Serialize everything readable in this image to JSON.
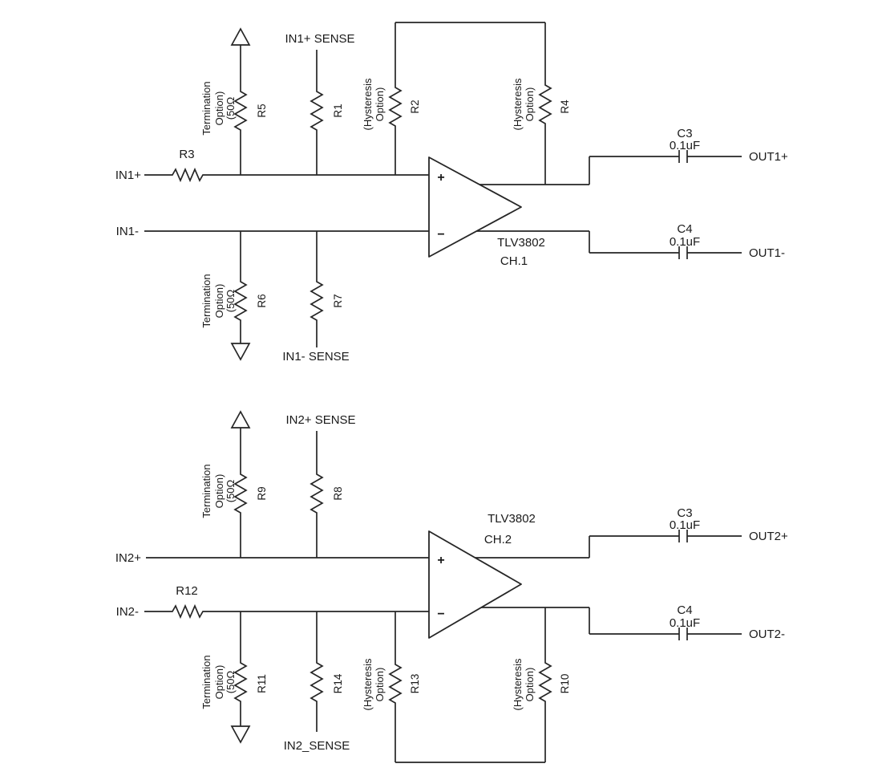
{
  "shared": {
    "termination_line1": "Termination",
    "termination_line2": "Option)",
    "fifty_ohm": "(50Ω",
    "hysteresis_line1": "(Hysteresis",
    "hysteresis_line2": "Option)",
    "cap_value": "0.1uF",
    "device": "TLV3802",
    "plus": "+",
    "minus": "−"
  },
  "ch1": {
    "channel": "CH.1",
    "input_pos": "IN1+",
    "input_neg": "IN1-",
    "output_pos": "OUT1+",
    "output_neg": "OUT1-",
    "sense_pos": "IN1+ SENSE",
    "sense_neg": "IN1- SENSE",
    "r1": "R1",
    "r2": "R2",
    "r3": "R3",
    "r4": "R4",
    "r5": "R5",
    "r6": "R6",
    "r7": "R7",
    "c_top": "C3",
    "c_bottom": "C4"
  },
  "ch2": {
    "channel": "CH.2",
    "input_pos": "IN2+",
    "input_neg": "IN2-",
    "output_pos": "OUT2+",
    "output_neg": "OUT2-",
    "sense_pos": "IN2+ SENSE",
    "sense_neg": "IN2_SENSE",
    "r8": "R8",
    "r9": "R9",
    "r10": "R10",
    "r11": "R11",
    "r12": "R12",
    "r13": "R13",
    "r14": "R14",
    "c_top": "C3",
    "c_bottom": "C4"
  }
}
